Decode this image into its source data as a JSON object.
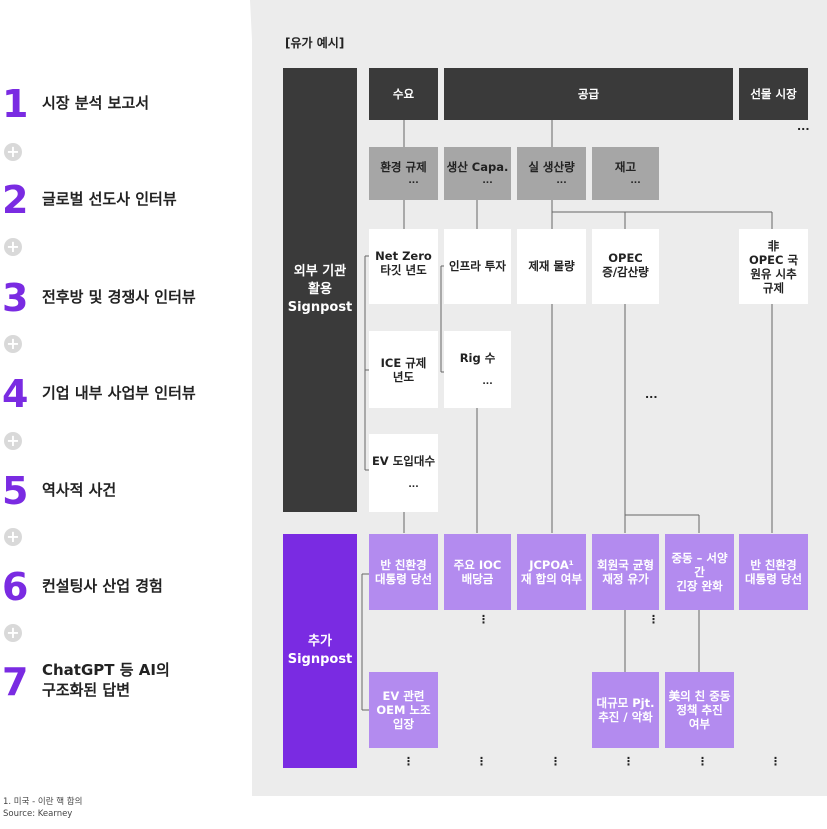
{
  "list": [
    {
      "num": "1",
      "label": "시장 분석 보고서"
    },
    {
      "num": "2",
      "label": "글로벌 선도사 인터뷰"
    },
    {
      "num": "3",
      "label": "전후방 및 경쟁사 인터뷰"
    },
    {
      "num": "4",
      "label": "기업 내부 사업부 인터뷰"
    },
    {
      "num": "5",
      "label": "역사적 사건"
    },
    {
      "num": "6",
      "label": "컨설팅사 산업 경험"
    },
    {
      "num": "7",
      "label": "ChatGPT 등 AI의\n구조화된 답변"
    }
  ],
  "plus_symbol": "+",
  "diagram": {
    "title": "[유가 예시]",
    "left_external": "외부 기관\n활용\nSignpost",
    "left_additional": "추가\nSignpost",
    "header_demand": "수요",
    "header_supply": "공급",
    "header_futures": "선물 시장",
    "mid_env": "환경 규제",
    "mid_capa": "생산 Capa.",
    "mid_actual": "실 생산량",
    "mid_stock": "재고",
    "w_netzero": "Net Zero\n타깃 년도",
    "w_infra": "인프라 투자",
    "w_sanction": "제재 물량",
    "w_opec": "OPEC\n증/감산량",
    "w_nonopec": "非\nOPEC 국\n원유 시추\n규제",
    "w_ice": "ICE 규제\n년도",
    "w_rig": "Rig 수",
    "w_ev": "EV 도입대수",
    "p_anti1": "반 친환경\n대통령 당선",
    "p_ioc": "주요 IOC\n배당금",
    "p_jcpoa": "JCPOA¹\n재 합의 여부",
    "p_member": "회원국 균형\n재정 유가",
    "p_mideast": "중동 – 서양\n간\n긴장 완화",
    "p_anti2": "반 친환경\n대통령 당선",
    "l_ev_oem": "EV 관련\nOEM 노조\n입장",
    "l_bigpjt": "대규모 Pjt.\n추진 / 악화",
    "l_us_policy": "美의 친 중동\n정책 추진\n여부",
    "ellipsis": "...",
    "vellipsis": "⋮"
  },
  "footnote": "1. 미국 - 이란 핵 합의",
  "source": "Source: Kearney",
  "colors": {
    "accent": "#7A2BE2",
    "lavender": "#B38BEF",
    "dark": "#3a3a3a",
    "grey": "#a6a6a6",
    "panel": "#ececec"
  }
}
